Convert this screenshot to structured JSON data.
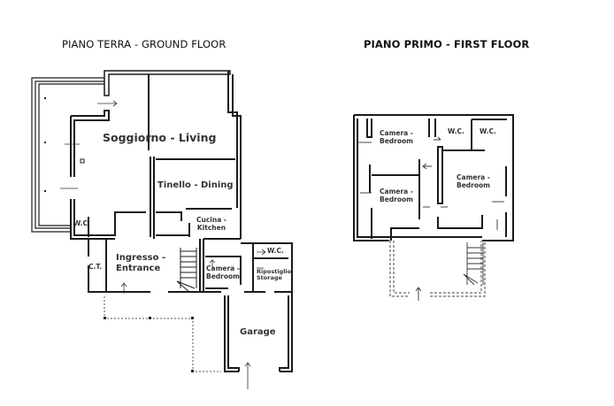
{
  "ground_floor": {
    "title": "PIANO TERRA - GROUND FLOOR",
    "rooms": {
      "living": "Soggiorno - Living",
      "dining": "Tinello - Dining",
      "kitchen_1": "Cucina -",
      "kitchen_2": "Kitchen",
      "wc": "W.C.",
      "ct": "C.T.",
      "entrance_1": "Ingresso -",
      "entrance_2": "Entrance",
      "bedroom_1": "Camera -",
      "bedroom_2": "Bedroom",
      "wc2": "W.C.",
      "storage_1": "Ripostiglio",
      "storage_2": "Storage",
      "garage": "Garage"
    }
  },
  "first_floor": {
    "title": "PIANO PRIMO - FIRST FLOOR",
    "rooms": {
      "bedroom_nw_1": "Camera -",
      "bedroom_nw_2": "Bedroom",
      "wc_1": "W.C.",
      "wc_2": "W.C.",
      "bedroom_sw_1": "Camera -",
      "bedroom_sw_2": "Bedroom",
      "bedroom_e_1": "Camera -",
      "bedroom_e_2": "Bedroom"
    }
  },
  "colors": {
    "wall": "#1a1a1a",
    "dashed": "#444444",
    "background": "#ffffff"
  }
}
